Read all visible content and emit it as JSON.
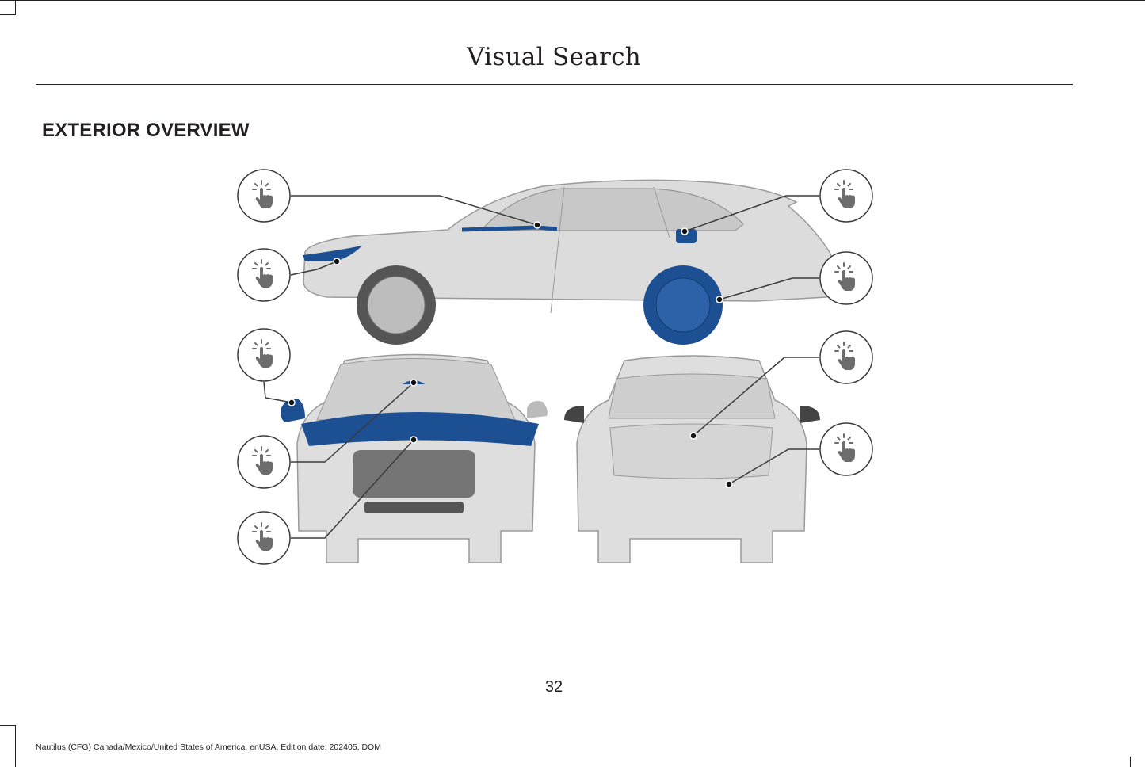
{
  "page": {
    "title": "Visual Search",
    "section_heading": "EXTERIOR OVERVIEW",
    "page_number": "32",
    "footer": "Nautilus (CFG) Canada/Mexico/United States of America, enUSA, Edition date: 202405, DOM"
  },
  "colors": {
    "highlight": "#1d4f93",
    "line": "#3a3a3a",
    "icon": "#6d6d6d"
  },
  "hotspots": [
    {
      "id": "side-window",
      "icon": "hand-tap-icon"
    },
    {
      "id": "headlamp",
      "icon": "hand-tap-icon"
    },
    {
      "id": "exterior-mirror",
      "icon": "hand-tap-icon"
    },
    {
      "id": "windshield-wipers",
      "icon": "hand-tap-icon"
    },
    {
      "id": "hood",
      "icon": "hand-tap-icon"
    },
    {
      "id": "fuel-filler-door",
      "icon": "hand-tap-icon"
    },
    {
      "id": "wheel-tire",
      "icon": "hand-tap-icon"
    },
    {
      "id": "liftgate",
      "icon": "hand-tap-icon"
    },
    {
      "id": "rear-bumper",
      "icon": "hand-tap-icon"
    }
  ]
}
